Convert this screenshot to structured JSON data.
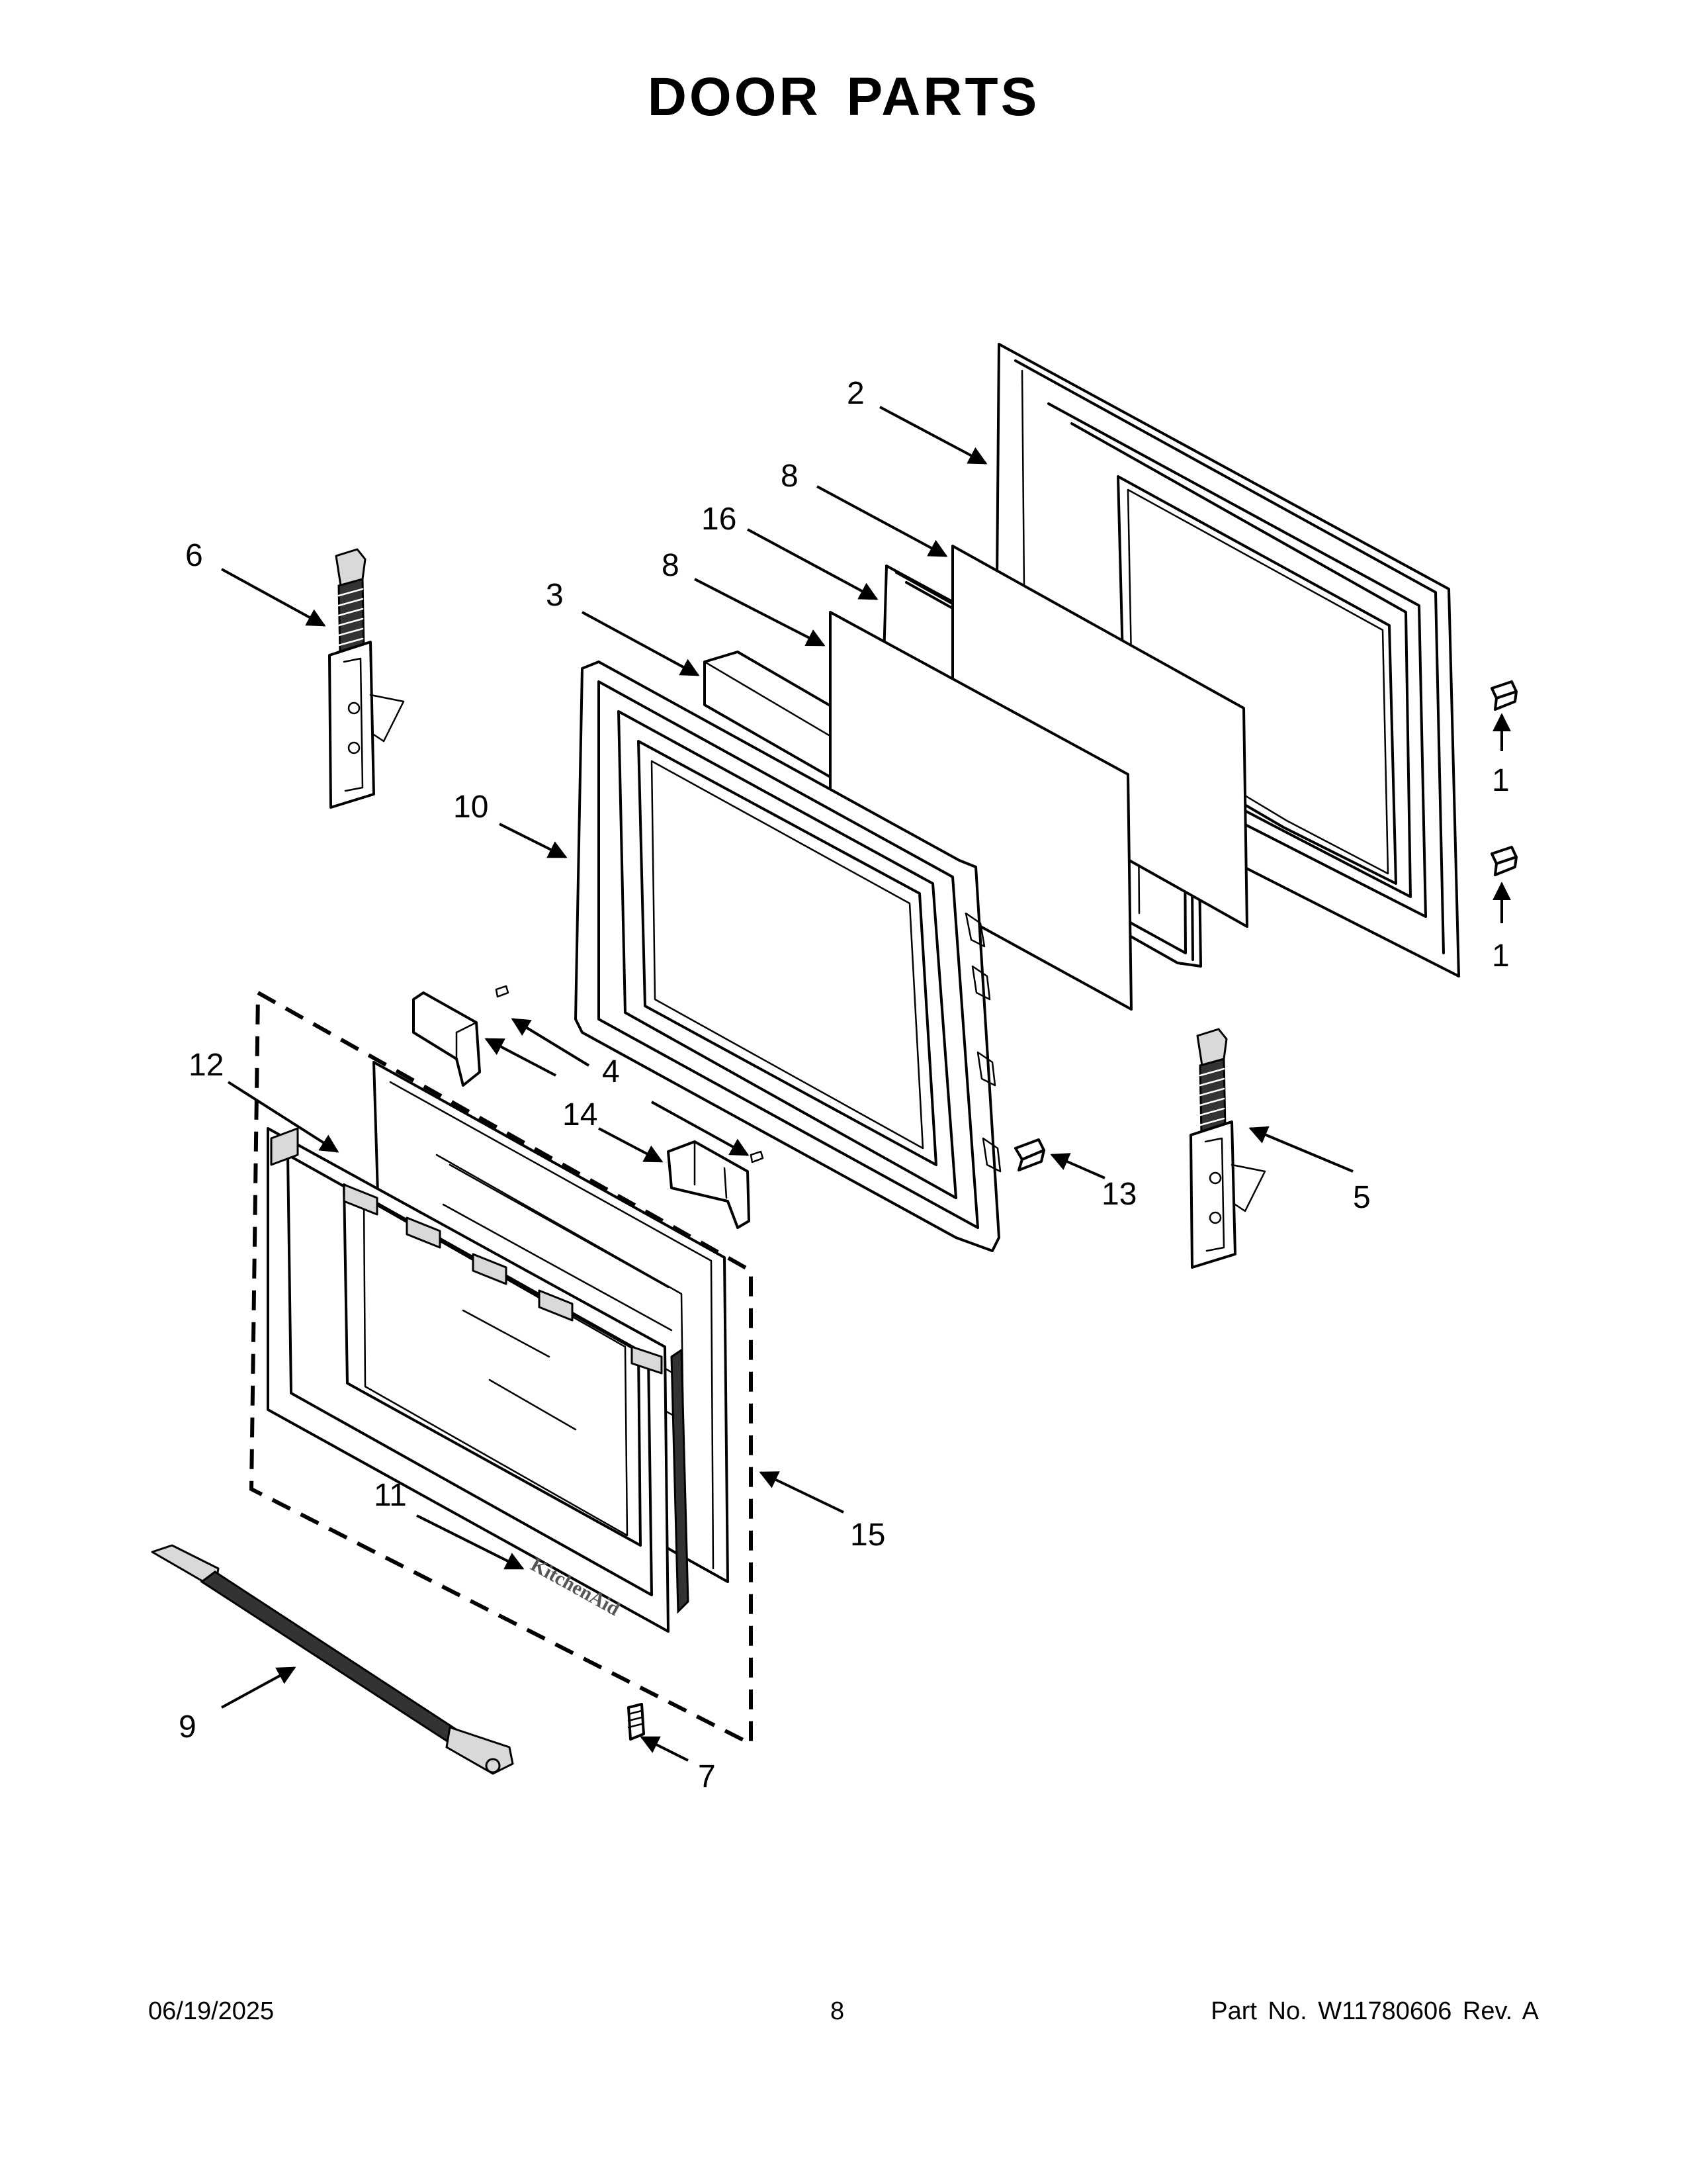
{
  "title": "DOOR PARTS",
  "callouts": {
    "c1a": "1",
    "c1b": "1",
    "c2": "2",
    "c3": "3",
    "c4": "4",
    "c5": "5",
    "c6": "6",
    "c7": "7",
    "c8a": "8",
    "c8b": "8",
    "c9": "9",
    "c10": "10",
    "c11": "11",
    "c12": "12",
    "c13": "13",
    "c14": "14",
    "c15": "15",
    "c16": "16"
  },
  "brand_logo": "KitchenAid",
  "footer": {
    "date": "06/19/2025",
    "page": "8",
    "part": "Part No.  W11780606  Rev.  A"
  }
}
